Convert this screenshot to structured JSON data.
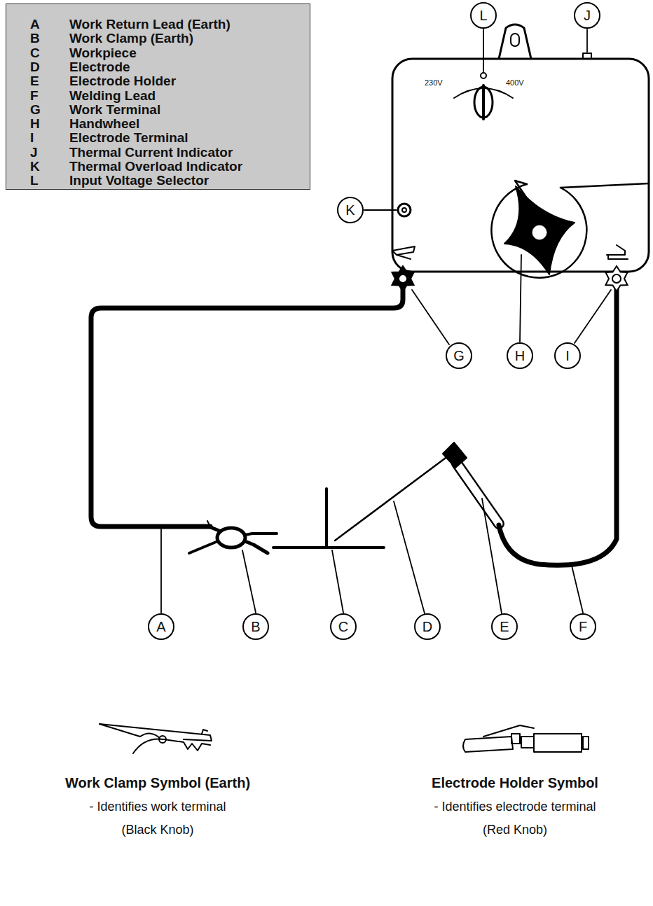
{
  "diagram": {
    "nodes": [
      {
        "text": [
          "A",
          "Work Return Lead (Earth)",
          "B",
          "Work Clamp (Earth)",
          "C",
          "Workpiece",
          "D",
          "Electrode",
          "E",
          "Electrode Holder",
          "F",
          "Welding Lead",
          "G",
          "Work Terminal",
          "H",
          "Handwheel",
          "I",
          "Electrode Terminal",
          "J",
          "Thermal Current Indicator",
          "K",
          "Thermal Overload Indicator",
          "L",
          "Input Voltage  Selector"
        ]
      },
      {
        "text": [
          "L"
        ]
      },
      {
        "text": [
          "J"
        ]
      },
      {
        "text": [
          "K"
        ]
      },
      {
        "text": [
          "G"
        ]
      },
      {
        "text": [
          "H"
        ]
      },
      {
        "text": [
          "I"
        ]
      },
      {
        "text": [
          "A"
        ]
      },
      {
        "text": [
          "B"
        ]
      },
      {
        "text": [
          "C"
        ]
      },
      {
        "text": [
          "D"
        ]
      },
      {
        "text": [
          "E"
        ]
      },
      {
        "text": [
          "F"
        ]
      }
    ],
    "labels": [
      "230V",
      "400V",
      "Work Clamp Symbol (Earth)",
      "- Identifies work terminal",
      "(Black Knob)",
      "Electrode Holder Symbol",
      "- Identifies electrode terminal",
      "(Red Knob)"
    ]
  }
}
